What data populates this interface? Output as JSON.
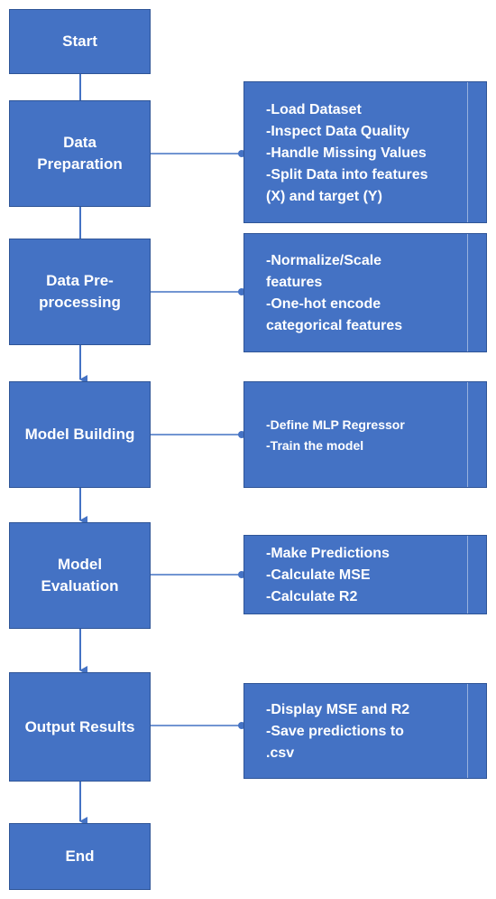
{
  "steps": [
    {
      "label": "Start"
    },
    {
      "label": "Data\nPreparation"
    },
    {
      "label": "Data Pre-\nprocessing"
    },
    {
      "label": "Model Building"
    },
    {
      "label": "Model\nEvaluation"
    },
    {
      "label": "Output Results"
    },
    {
      "label": "End"
    }
  ],
  "details": [
    {
      "lines": [
        "-Load Dataset",
        "-Inspect Data Quality",
        "-Handle Missing Values",
        "-Split Data into features",
        "(X) and target (Y)"
      ]
    },
    {
      "lines": [
        "-Normalize/Scale",
        "features",
        "-One-hot encode",
        "categorical features"
      ]
    },
    {
      "lines": [
        "-Define MLP Regressor",
        "-Train the model"
      ]
    },
    {
      "lines": [
        "-Make Predictions",
        "-Calculate MSE",
        "-Calculate R2"
      ]
    },
    {
      "lines": [
        "-Display MSE and R2",
        "-Save predictions to",
        ".csv"
      ]
    }
  ],
  "colors": {
    "box_fill": "#4472c4",
    "box_border": "#2f5597",
    "connector": "#4472c4",
    "text": "#ffffff"
  }
}
